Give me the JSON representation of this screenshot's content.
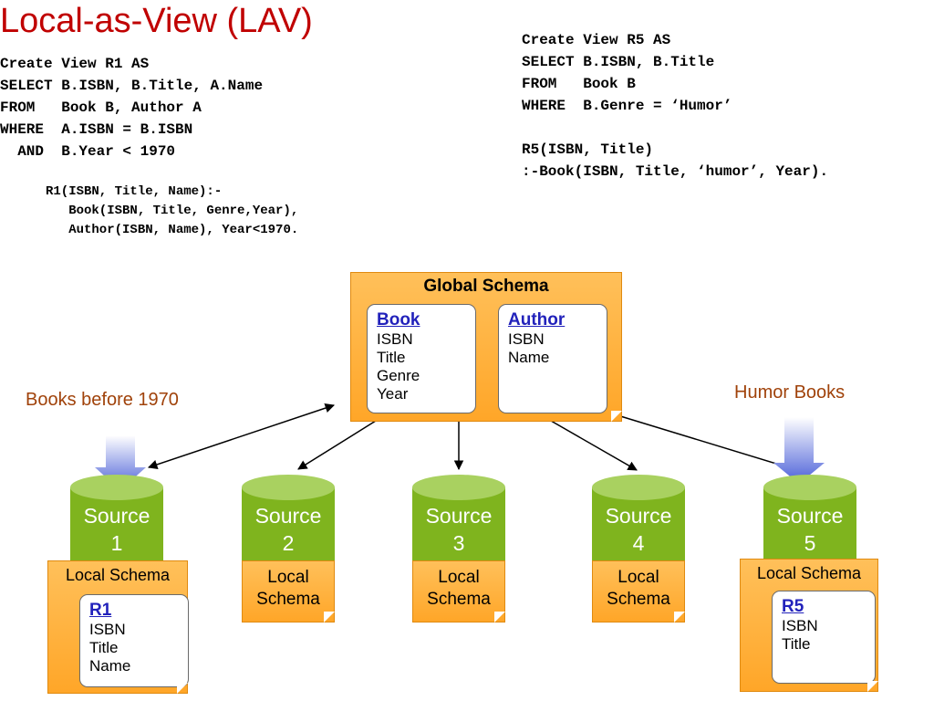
{
  "title": "Local-as-View (LAV)",
  "sql_r1": "Create View R1 AS\nSELECT B.ISBN, B.Title, A.Name\nFROM   Book B, Author A\nWHERE  A.ISBN = B.ISBN\n  AND  B.Year < 1970",
  "datalog_r1": "R1(ISBN, Title, Name):-\n   Book(ISBN, Title, Genre,Year),\n   Author(ISBN, Name), Year<1970.",
  "sql_r5": "Create View R5 AS\nSELECT B.ISBN, B.Title\nFROM   Book B\nWHERE  B.Genre = ‘Humor’\n\nR5(ISBN, Title)\n:-Book(ISBN, Title, ‘humor’, Year).",
  "global_schema": {
    "title": "Global Schema",
    "book": {
      "name": "Book",
      "fields": [
        "ISBN",
        "Title",
        "Genre",
        "Year"
      ]
    },
    "author": {
      "name": "Author",
      "fields": [
        "ISBN",
        "Name"
      ]
    }
  },
  "labels": {
    "books_before_1970": "Books before 1970",
    "humor_books": "Humor Books"
  },
  "sources": [
    {
      "word": "Source",
      "num": "1",
      "local_schema": "Local Schema",
      "relation": {
        "name": "R1",
        "fields": [
          "ISBN",
          "Title",
          "Name"
        ]
      }
    },
    {
      "word": "Source",
      "num": "2",
      "local_line1": "Local",
      "local_line2": "Schema"
    },
    {
      "word": "Source",
      "num": "3",
      "local_line1": "Local",
      "local_line2": "Schema"
    },
    {
      "word": "Source",
      "num": "4",
      "local_line1": "Local",
      "local_line2": "Schema"
    },
    {
      "word": "Source",
      "num": "5",
      "local_schema": "Local Schema",
      "relation": {
        "name": "R5",
        "fields": [
          "ISBN",
          "Title"
        ]
      }
    }
  ],
  "colors": {
    "title": "#c00000",
    "label": "#a0420a",
    "note_orange": "#ffa628",
    "source_green": "#7fb41e",
    "relation_blue": "#2222bb",
    "down_arrow_blue": "#4a5fd8"
  }
}
